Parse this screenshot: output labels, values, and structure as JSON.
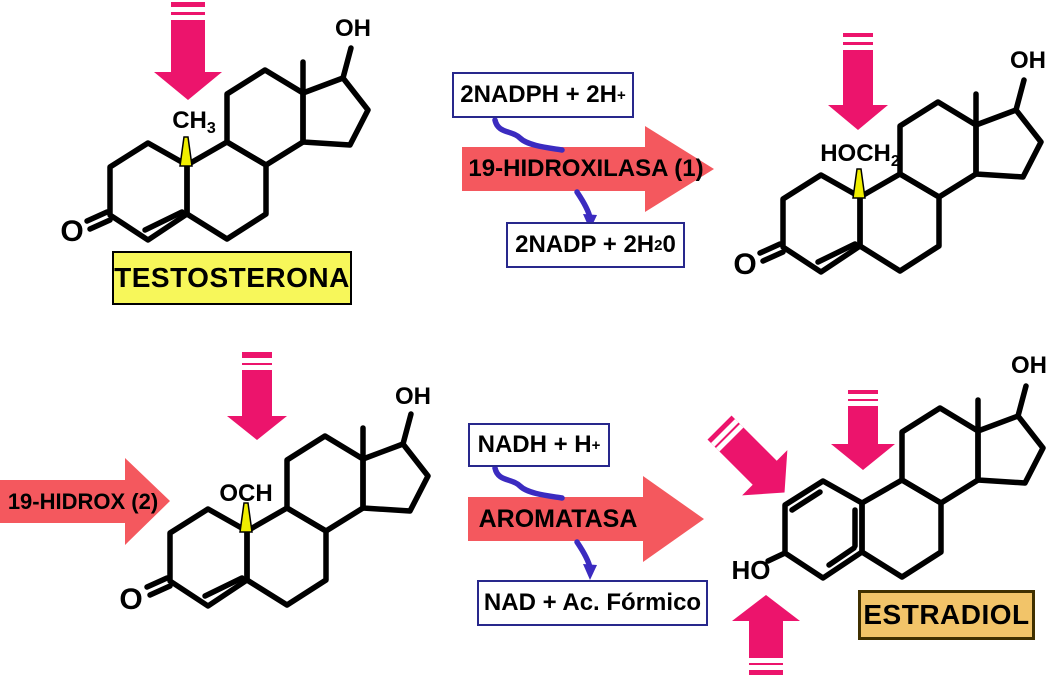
{
  "colors": {
    "pink_arrow": "#EC146C",
    "red_arrow": "#F4585E",
    "blue_connector": "#3B2BC0",
    "cofactor_box_border": "#28288C",
    "testosterona_box_fill": "#F7F75A",
    "estradiol_box_fill": "#F2C469",
    "estradiol_box_border": "#403000",
    "wedge_fill": "#F0EE00",
    "bond_color": "#000000"
  },
  "molecules": {
    "testosterona": {
      "name": "TESTOSTERONA",
      "hydroxyl_label": "OH",
      "ketone_label": "O",
      "c19_label": "CH",
      "c19_subscript": "3"
    },
    "hidroxitestosterona": {
      "hydroxyl_label": "OH",
      "ketone_label": "O",
      "c19_label": "HOCH",
      "c19_subscript": "2"
    },
    "oxotestosterona": {
      "hydroxyl_label": "OH",
      "ketone_label": "O",
      "c19_label": "OCH"
    },
    "estradiol": {
      "name": "ESTRADIOL",
      "hydroxyl_label": "OH",
      "phenol_label": "HO"
    }
  },
  "reactions": {
    "step1": {
      "enzyme": "19-HIDROXILASA (1)",
      "input_pre": "2NADPH + 2H",
      "input_sup": "+",
      "output_pre": "2NADP + 2H",
      "output_sub": "2",
      "output_post": "0"
    },
    "step2": {
      "enzyme": "19-HIDROX (2)"
    },
    "step3": {
      "enzyme": "AROMATASA",
      "input_pre": "NADH + H",
      "input_sup": "+",
      "output_pre": "NAD + Ac. Fórmico"
    }
  }
}
